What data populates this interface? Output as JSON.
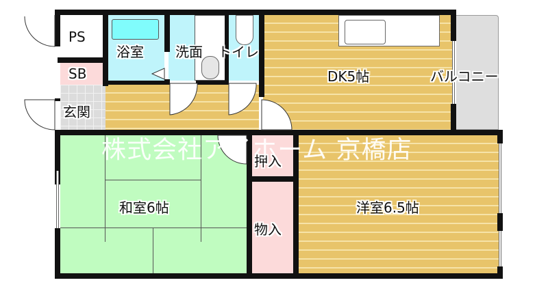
{
  "floorplan": {
    "rooms": {
      "ps": {
        "label": "PS"
      },
      "sb": {
        "label": "SB"
      },
      "entrance": {
        "label": "玄関"
      },
      "bath": {
        "label": "浴室"
      },
      "washroom": {
        "label": "洗面"
      },
      "toilet": {
        "label": "トイレ"
      },
      "dk": {
        "label": "DK5帖"
      },
      "balcony": {
        "label": "バルコニー"
      },
      "washitsu": {
        "label": "和室6帖"
      },
      "oshiire": {
        "label": "押入"
      },
      "monoire": {
        "label": "物入"
      },
      "yoshitsu": {
        "label": "洋室6.5帖"
      }
    },
    "watermark": "株式会社アイホーム 京橋店",
    "colors": {
      "wall": "#111111",
      "wood_floor": "#e8c46a",
      "wet_area": "#bff4fb",
      "tatami": "#c0fcc0",
      "closet": "#fcdada",
      "entrance_tile": "#dcdcdc",
      "balcony": "#dedede",
      "bathtub": "#80fcfc"
    }
  }
}
